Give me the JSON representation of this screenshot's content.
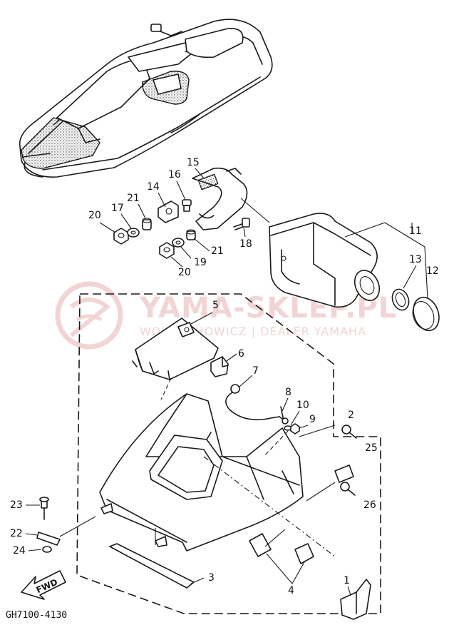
{
  "diagram_code": "GH7100-4130",
  "fwd_label": "FWD",
  "watermark": {
    "title": "YAMA-SKLEP.PL",
    "subtitle": "WOJCIECHOWICZ | DEALER YAMAHA"
  },
  "part_numbers": {
    "p1": "1",
    "p2": "2",
    "p3": "3",
    "p4": "4",
    "p5": "5",
    "p6": "6",
    "p7": "7",
    "p8": "8",
    "p9": "9",
    "p10": "10",
    "p11": "11",
    "p12": "12",
    "p13": "13",
    "p14": "14",
    "p15": "15",
    "p16": "16",
    "p17": "17",
    "p18": "18",
    "p19": "19",
    "p20a": "20",
    "p20b": "20",
    "p21a": "21",
    "p21b": "21",
    "p22": "22",
    "p23": "23",
    "p24": "24",
    "p25": "25",
    "p26": "26"
  },
  "colors": {
    "line": "#1a1a1a",
    "watermark": "#f2d4d4",
    "background": "#ffffff"
  }
}
